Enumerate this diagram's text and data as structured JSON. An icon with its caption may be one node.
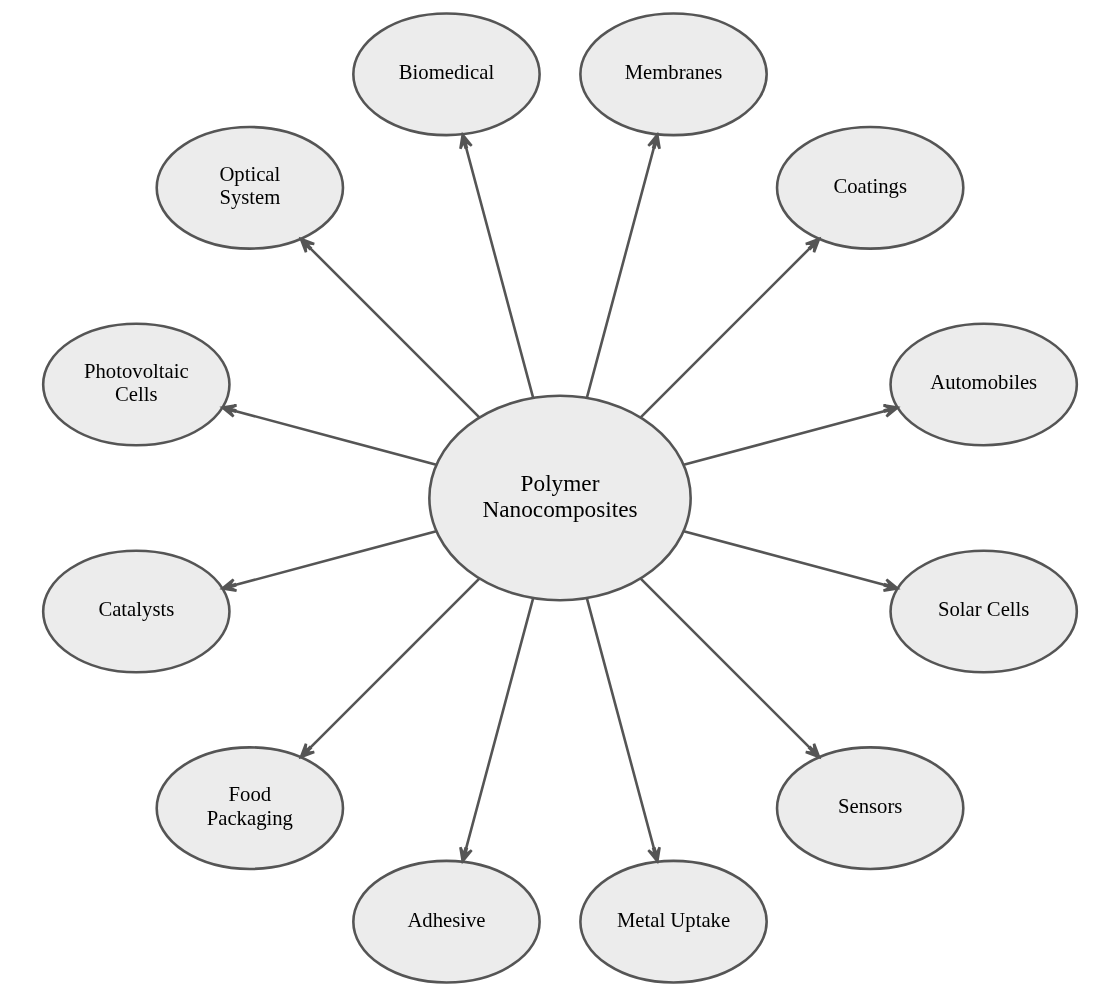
{
  "diagram": {
    "nodes": [
      {
        "text": [
          "Polymer Nanocomposites"
        ]
      },
      {
        "text": [
          "Automobiles"
        ]
      },
      {
        "text": [
          "Coatings"
        ]
      },
      {
        "text": [
          "Membranes"
        ]
      },
      {
        "text": [
          "Biomedical"
        ]
      },
      {
        "text": [
          "Optical System"
        ]
      },
      {
        "text": [
          "Photovoltaic Cells"
        ]
      },
      {
        "text": [
          "Catalysts"
        ]
      },
      {
        "text": [
          "Food Packaging"
        ]
      },
      {
        "text": [
          "Adhesive"
        ]
      },
      {
        "text": [
          "Metal Uptake"
        ]
      },
      {
        "text": [
          "Sensors"
        ]
      },
      {
        "text": [
          "Solar Cells"
        ]
      }
    ],
    "edges": [
      {
        "from": 0,
        "to": 1,
        "arrow": "to"
      },
      {
        "from": 0,
        "to": 2,
        "arrow": "to"
      },
      {
        "from": 0,
        "to": 3,
        "arrow": "to"
      },
      {
        "from": 0,
        "to": 4,
        "arrow": "to"
      },
      {
        "from": 0,
        "to": 5,
        "arrow": "to"
      },
      {
        "from": 0,
        "to": 6,
        "arrow": "to"
      },
      {
        "from": 0,
        "to": 7,
        "arrow": "to"
      },
      {
        "from": 0,
        "to": 8,
        "arrow": "to"
      },
      {
        "from": 0,
        "to": 9,
        "arrow": "to"
      },
      {
        "from": 0,
        "to": 10,
        "arrow": "to"
      },
      {
        "from": 0,
        "to": 11,
        "arrow": "to"
      },
      {
        "from": 0,
        "to": 12,
        "arrow": "to"
      }
    ]
  }
}
